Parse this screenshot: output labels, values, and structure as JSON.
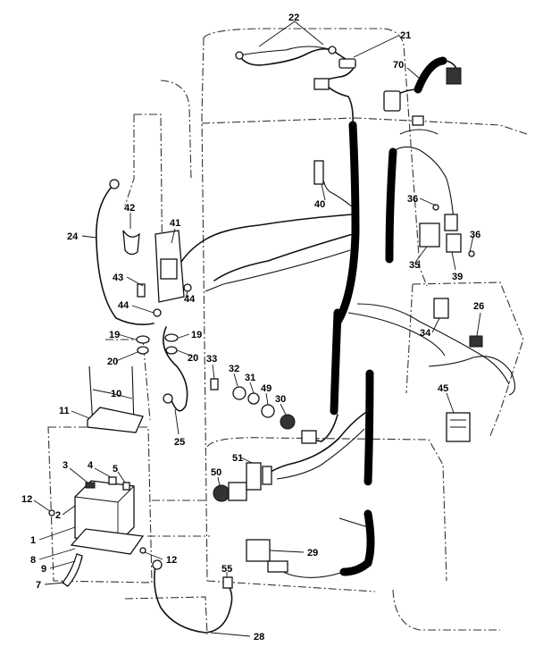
{
  "callouts": [
    {
      "id": "c1",
      "label": "1"
    },
    {
      "id": "c2",
      "label": "2"
    },
    {
      "id": "c3",
      "label": "3"
    },
    {
      "id": "c4",
      "label": "4"
    },
    {
      "id": "c5",
      "label": "5"
    },
    {
      "id": "c7",
      "label": "7"
    },
    {
      "id": "c8",
      "label": "8"
    },
    {
      "id": "c9",
      "label": "9"
    },
    {
      "id": "c10",
      "label": "10"
    },
    {
      "id": "c11",
      "label": "11"
    },
    {
      "id": "c12a",
      "label": "12"
    },
    {
      "id": "c12b",
      "label": "12"
    },
    {
      "id": "c19a",
      "label": "19"
    },
    {
      "id": "c19b",
      "label": "19"
    },
    {
      "id": "c20a",
      "label": "20"
    },
    {
      "id": "c20b",
      "label": "20"
    },
    {
      "id": "c21",
      "label": "21"
    },
    {
      "id": "c22",
      "label": "22"
    },
    {
      "id": "c24",
      "label": "24"
    },
    {
      "id": "c25",
      "label": "25"
    },
    {
      "id": "c26",
      "label": "26"
    },
    {
      "id": "c28",
      "label": "28"
    },
    {
      "id": "c29",
      "label": "29"
    },
    {
      "id": "c30",
      "label": "30"
    },
    {
      "id": "c31",
      "label": "31"
    },
    {
      "id": "c32",
      "label": "32"
    },
    {
      "id": "c33",
      "label": "33"
    },
    {
      "id": "c34",
      "label": "34"
    },
    {
      "id": "c35",
      "label": "35"
    },
    {
      "id": "c36a",
      "label": "36"
    },
    {
      "id": "c36b",
      "label": "36"
    },
    {
      "id": "c39",
      "label": "39"
    },
    {
      "id": "c40",
      "label": "40"
    },
    {
      "id": "c41",
      "label": "41"
    },
    {
      "id": "c42",
      "label": "42"
    },
    {
      "id": "c43",
      "label": "43"
    },
    {
      "id": "c44a",
      "label": "44"
    },
    {
      "id": "c44b",
      "label": "44"
    },
    {
      "id": "c45",
      "label": "45"
    },
    {
      "id": "c49",
      "label": "49"
    },
    {
      "id": "c50",
      "label": "50"
    },
    {
      "id": "c51",
      "label": "51"
    },
    {
      "id": "c55",
      "label": "55"
    },
    {
      "id": "c70",
      "label": "70"
    }
  ]
}
